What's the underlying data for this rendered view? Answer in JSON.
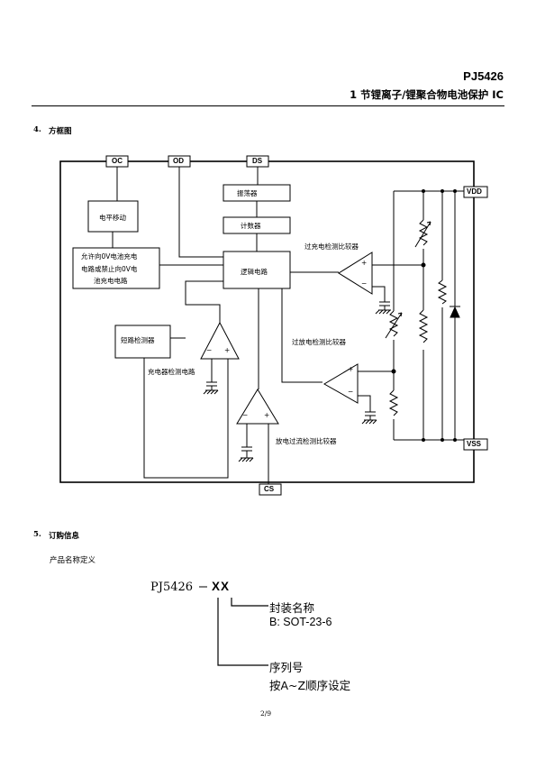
{
  "header": {
    "model": "PJ5426",
    "subtitle": "1 节锂离子/锂聚合物电池保护 IC"
  },
  "section4": {
    "number": "4.",
    "title": "方框图",
    "pins": {
      "oc": "OC",
      "od": "OD",
      "ds": "DS",
      "vdd": "VDD",
      "vss": "VSS",
      "cs": "CS"
    },
    "blocks": {
      "oscillator": "振荡器",
      "counter": "计数器",
      "logic": "逻辑电路",
      "level_shift": "电平移动",
      "zero_v_line1": "允许向0V电池充电",
      "zero_v_line2": "电路或禁止向0V电",
      "zero_v_line3": "池充电电路",
      "short_detect": "短路检测器"
    },
    "labels": {
      "overcharge_cmp": "过充电检测比较器",
      "overdischarge_cmp": "过放电检测比较器",
      "charger_detect": "充电器检测电路",
      "overcurrent_cmp": "放电过流检测比较器"
    },
    "opamp_signs": {
      "plus": "+",
      "minus": "−"
    }
  },
  "section5": {
    "number": "5.",
    "title": "订购信息",
    "desc": "产品名称定义",
    "part_number": "PJ5426",
    "suffix": "XX",
    "package_title": "封装名称",
    "package_value": "B: SOT-23-6",
    "serial_title": "序列号",
    "serial_value": "按A~Z顺序设定"
  },
  "page_number": "2/9"
}
